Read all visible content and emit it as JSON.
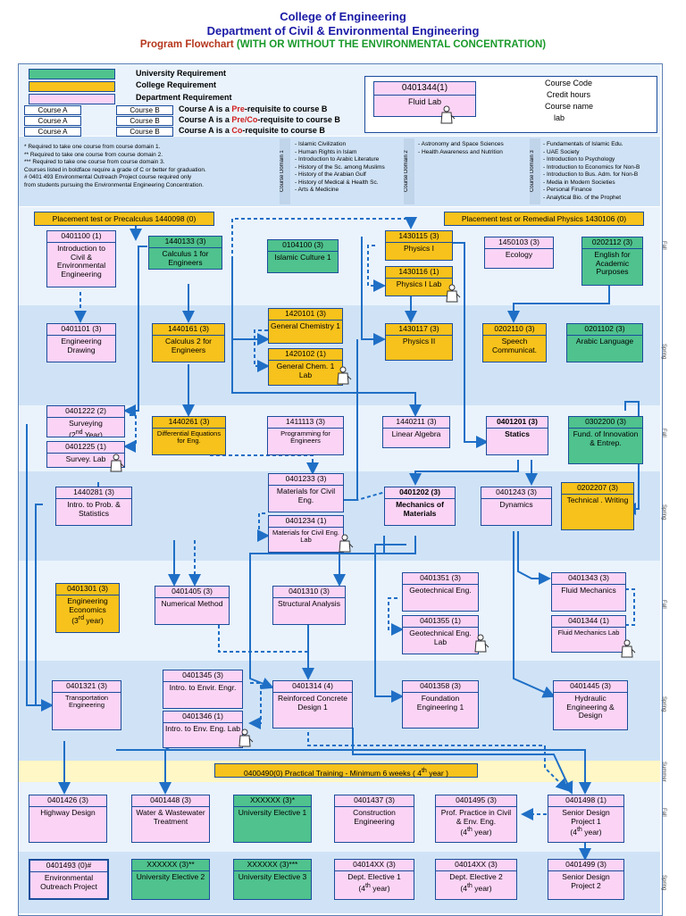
{
  "header": {
    "line1": "College of Engineering",
    "line2": "Department of Civil & Environmental Engineering",
    "line3a": "Program Flowchart",
    "line3b": "(WITH OR WITHOUT THE ENVIRONMENTAL CONCENTRATION)"
  },
  "legend": {
    "university": "University Requirement",
    "college": "College Requirement",
    "department": "Department Requirement",
    "course_a": "Course A",
    "course_b": "Course B",
    "pre_a": "Course A is a ",
    "pre_b": "Pre",
    "pre_c": "-requisite to course B",
    "preco_a": "Course A is a ",
    "preco_b": "Pre/Co",
    "preco_c": "-requisite to course B",
    "co_a": "Course A is a ",
    "co_b": "Co",
    "co_c": "-requisite to course B",
    "sample_code": "0401344(1)",
    "sample_name": "Fluid Lab",
    "lbl_code": "Course Code",
    "lbl_credit": "Credit hours",
    "lbl_name": "Course name",
    "lbl_lab": "lab"
  },
  "notes": {
    "n1": "*      Required to take one course from course domain 1.",
    "n2": "**     Required to take one course from course domain 2.",
    "n3": "***    Required to take one course from course domain 3.",
    "n4": "Courses listed in boldface require a grade of C or better for graduation.",
    "n5": "# 0401 493 Environmental Outreach Project course required only",
    "n6": "from students pursuing the Environmental  Engineering Concentration.",
    "d1_label": "Course Domain 1",
    "d2_label": "Course Domain 2",
    "d3_label": "Course Domain 3",
    "d1": [
      "- Islamic Civilization",
      "- Human Rights in Islam",
      "- Introduction to Arabic Literature",
      "- History of the Sc. among Muslims",
      "- History of the Arabian Gulf",
      "- History of Medical & Health Sc.",
      "- Arts & Medicine"
    ],
    "d2": [
      "- Astronomy and Space Sciences",
      "- Health Awareness and Nutrition"
    ],
    "d3": [
      "- Fundamentals of Islamic Edu.",
      "- UAE Society",
      "- Introduction to Psychology",
      "- Introduction to Economics for Non-B",
      "- Introduction to Bus. Adm. for Non-B",
      "- Media in Modern Societies",
      "- Personal Finance",
      "- Analytical Bio. of the Prophet"
    ]
  },
  "semesters": [
    "Fall",
    "Spring",
    "Fall",
    "Spring",
    "Fall",
    "Spring",
    "Summer",
    "Fall",
    "Spring"
  ],
  "placement": {
    "calc": "Placement test or Precalculus 1440098 (0)",
    "phys": "Placement test or Remedial Physics 1430106 (0)"
  },
  "training": "0400490(0) Practical Training - Minimum 6 weeks ( 4",
  "training_sup": "th",
  "training_end": " year )",
  "courses": {
    "c0401100": {
      "code": "0401100 (1)",
      "name": "Introduction to Civil & Environmental Engineering"
    },
    "c1440133": {
      "code": "1440133 (3)",
      "name": "Calculus 1 for Engineers"
    },
    "c0104100": {
      "code": "0104100 (3)",
      "name": "Islamic Culture 1"
    },
    "c1430115": {
      "code": "1430115 (3)",
      "name": "Physics I"
    },
    "c1430116": {
      "code": "1430116 (1)",
      "name": "Physics I Lab"
    },
    "c1450103": {
      "code": "1450103 (3)",
      "name": "Ecology"
    },
    "c0202112": {
      "code": "0202112 (3)",
      "name": "English for Academic Purposes"
    },
    "c0401101": {
      "code": "0401101 (3)",
      "name": "Engineering Drawing"
    },
    "c1440161": {
      "code": "1440161 (3)",
      "name": "Calculus 2 for Engineers"
    },
    "c1420101": {
      "code": "1420101 (3)",
      "name": "General Chemistry 1"
    },
    "c1420102": {
      "code": "1420102 (1)",
      "name": "General Chem. 1 Lab"
    },
    "c1430117": {
      "code": "1430117 (3)",
      "name": "Physics II"
    },
    "c0202110": {
      "code": "0202110 (3)",
      "name": "Speech Communicat."
    },
    "c0201102": {
      "code": "0201102 (3)",
      "name": "Arabic Language"
    },
    "c0401222": {
      "code": "0401222 (2)",
      "name": "Surveying",
      "name2": "(2",
      "sup": "nd",
      "name3": " Year)"
    },
    "c0401225": {
      "code": "0401225 (1)",
      "name": "Survey. Lab"
    },
    "c1440261": {
      "code": "1440261 (3)",
      "name": "Differential Equations for Eng."
    },
    "c1411113": {
      "code": "1411113 (3)",
      "name": "Programming for Engineers"
    },
    "c1440211": {
      "code": "1440211 (3)",
      "name": "Linear Algebra"
    },
    "c0401201": {
      "code": "0401201 (3)",
      "name": "Statics"
    },
    "c0302200": {
      "code": "0302200 (3)",
      "name": "Fund. of Innovation & Entrep."
    },
    "c1440281": {
      "code": "1440281 (3)",
      "name": "Intro. to Prob. & Statistics"
    },
    "c0401233": {
      "code": "0401233 (3)",
      "name": "Materials for Civil Eng."
    },
    "c0401234": {
      "code": "0401234 (1)",
      "name": "Materials for Civil Eng. Lab"
    },
    "c0401202": {
      "code": "0401202 (3)",
      "name": "Mechanics of Materials"
    },
    "c0401243": {
      "code": "0401243 (3)",
      "name": "Dynamics"
    },
    "c0202207": {
      "code": "0202207 (3)",
      "name": "Technical . Writing"
    },
    "c0401301": {
      "code": "0401301 (3)",
      "name": "Engineering Economics",
      "name2": "(3",
      "sup": "rd",
      "name3": " year)"
    },
    "c0401405": {
      "code": "0401405 (3)",
      "name": "Numerical Method"
    },
    "c0401310": {
      "code": "0401310 (3)",
      "name": "Structural Analysis"
    },
    "c0401351": {
      "code": "0401351 (3)",
      "name": "Geotechnical Eng."
    },
    "c0401355": {
      "code": "0401355 (1)",
      "name": "Geotechnical Eng. Lab"
    },
    "c0401343": {
      "code": "0401343 (3)",
      "name": "Fluid Mechanics"
    },
    "c0401344": {
      "code": "0401344 (1)",
      "name": "Fluid Mechanics Lab"
    },
    "c0401321": {
      "code": "0401321 (3)",
      "name": "Transportation Engineering"
    },
    "c0401345": {
      "code": "0401345 (3)",
      "name": "Intro. to Envir. Engr."
    },
    "c0401346": {
      "code": "0401346 (1)",
      "name": "Intro. to Env. Eng. Lab"
    },
    "c0401314": {
      "code": "0401314 (4)",
      "name": "Reinforced Concrete Design 1"
    },
    "c0401358": {
      "code": "0401358 (3)",
      "name": "Foundation Engineering 1"
    },
    "c0401445": {
      "code": "0401445 (3)",
      "name": "Hydraulic Engineering & Design"
    },
    "c0401426": {
      "code": "0401426 (3)",
      "name": "Highway Design"
    },
    "c0401448": {
      "code": "0401448 (3)",
      "name": "Water & Wastewater Treatment"
    },
    "cUE1": {
      "code": "XXXXXX (3)*",
      "name": "University Elective 1"
    },
    "c0401437": {
      "code": "0401437 (3)",
      "name": "Construction Engineering"
    },
    "c0401495": {
      "code": "0401495 (3)",
      "name": "Prof. Practice in Civil & Env. Eng.",
      "name2": "(4",
      "sup": "th",
      "name3": " year)"
    },
    "c0401498": {
      "code": "0401498 (1)",
      "name": "Senior Design Project 1",
      "name2": "(4",
      "sup": "th",
      "name3": " year)"
    },
    "c0401493": {
      "code": "0401493 (0)#",
      "name": "Environmental Outreach Project"
    },
    "cUE2": {
      "code": "XXXXXX (3)**",
      "name": "University Elective 2"
    },
    "cUE3": {
      "code": "XXXXXX (3)***",
      "name": "University Elective 3"
    },
    "cDE1": {
      "code": "04014XX (3)",
      "name": "Dept. Elective 1",
      "name2": "(4",
      "sup": "th",
      "name3": " year)"
    },
    "cDE2": {
      "code": "04014XX (3)",
      "name": "Dept. Elective 2",
      "name2": "(4",
      "sup": "th",
      "name3": " year)"
    },
    "c0401499": {
      "code": "0401499 (3)",
      "name": "Senior Design Project 2"
    }
  },
  "colors": {
    "university": "#4fc28e",
    "college": "#f7c21b",
    "department": "#fbd4f5",
    "line": "#1f6fc6",
    "title": "#1a1aa6",
    "accent": "#b5361c",
    "green_text": "#1a9a2b"
  }
}
